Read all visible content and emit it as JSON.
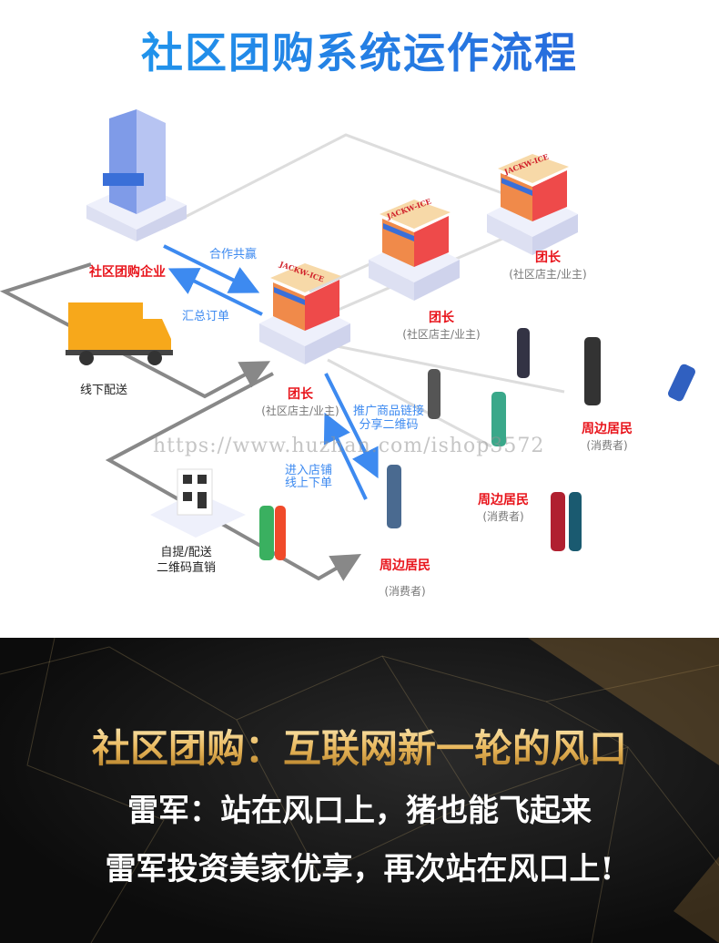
{
  "title": "社区团购系统运作流程",
  "nodes": {
    "enterprise": "社区团购企业",
    "leader_main": {
      "name": "团长",
      "role": "(社区店主/业主)"
    },
    "leader_2": {
      "name": "团长",
      "role": "(社区店主/业主)"
    },
    "leader_3": {
      "name": "团长",
      "role": "(社区店主/业主)"
    },
    "delivery": "线下配送",
    "qrcode": [
      "自提/配送",
      "二维码直销"
    ],
    "resident_1": {
      "name": "周边居民",
      "role": "(消费者)"
    },
    "resident_2": {
      "name": "周边居民",
      "role": "(消费者)"
    },
    "resident_3": {
      "name": "周边居民",
      "role": "(消费者)"
    }
  },
  "flows": {
    "cooperate": "合作共赢",
    "summary": "汇总订单",
    "promote": [
      "推广商品链接",
      "分享二维码"
    ],
    "order": [
      "进入店铺",
      "线上下单"
    ]
  },
  "store_sign": "JACKW-ICE",
  "watermark": "https://www.huzhan.com/ishop3572",
  "banner": {
    "headline": "社区团购：互联网新一轮的风口",
    "line1": "雷军：站在风口上，猪也能飞起来",
    "line2": "雷军投资美家优享，再次站在风口上!"
  },
  "colors": {
    "title": "#2a7de0",
    "label_red": "#e8141b",
    "flow_blue": "#3d8af0",
    "gold": "#e8b65a",
    "banner_bg": "#111111"
  }
}
